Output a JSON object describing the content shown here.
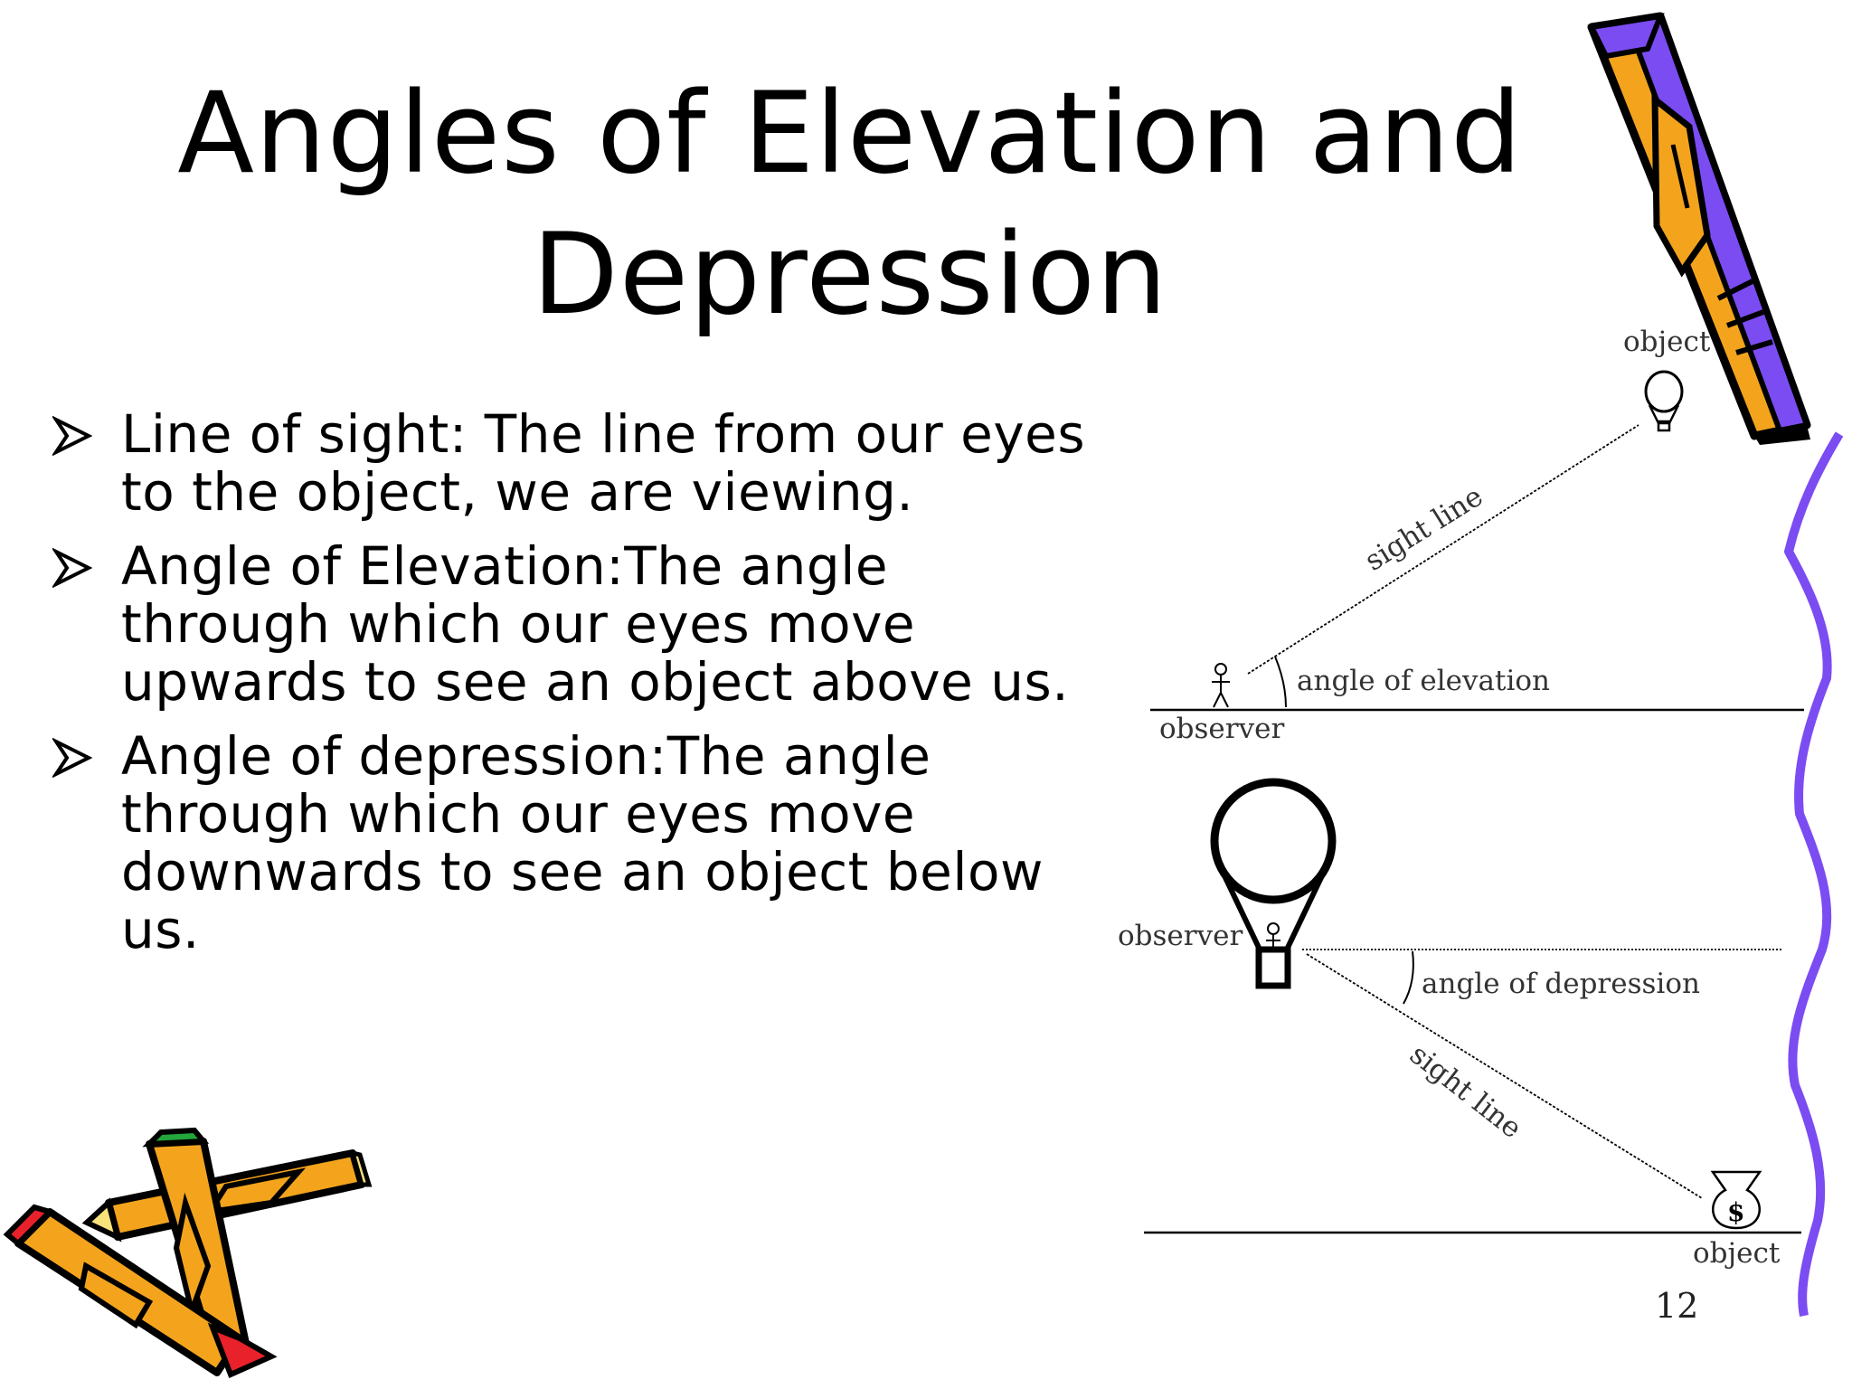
{
  "slide": {
    "title_line1": "Angles of Elevation and",
    "title_line2": "Depression",
    "bullets": [
      {
        "text": "Line of sight: The line from our eyes to the object, we are viewing."
      },
      {
        "text": "Angle of Elevation:The angle through which our eyes move upwards to see an object above us."
      },
      {
        "text": "Angle of depression:The angle through which our eyes move downwards to see an object below us."
      }
    ],
    "page_number": "12"
  },
  "diagram_top": {
    "object_label": "object",
    "sight_line_label": "sight line",
    "angle_label": "angle of elevation",
    "observer_label": "observer"
  },
  "diagram_bottom": {
    "observer_label": "observer",
    "angle_label": "angle of depression",
    "sight_line_label": "sight line",
    "object_label": "object",
    "bag_symbol": "$"
  },
  "icons": {
    "bullet_icon": "arrowhead-bullet-icon",
    "pencil_top_right": "pencil-icon",
    "pencils_bottom_left": "crossed-pencils-icon"
  },
  "colors": {
    "pencil_orange": "#F4A41C",
    "pencil_purple": "#7B4CF2",
    "pencil_red": "#E8212B",
    "pencil_green": "#23A63A",
    "wavy_border": "#7B4CF2"
  }
}
